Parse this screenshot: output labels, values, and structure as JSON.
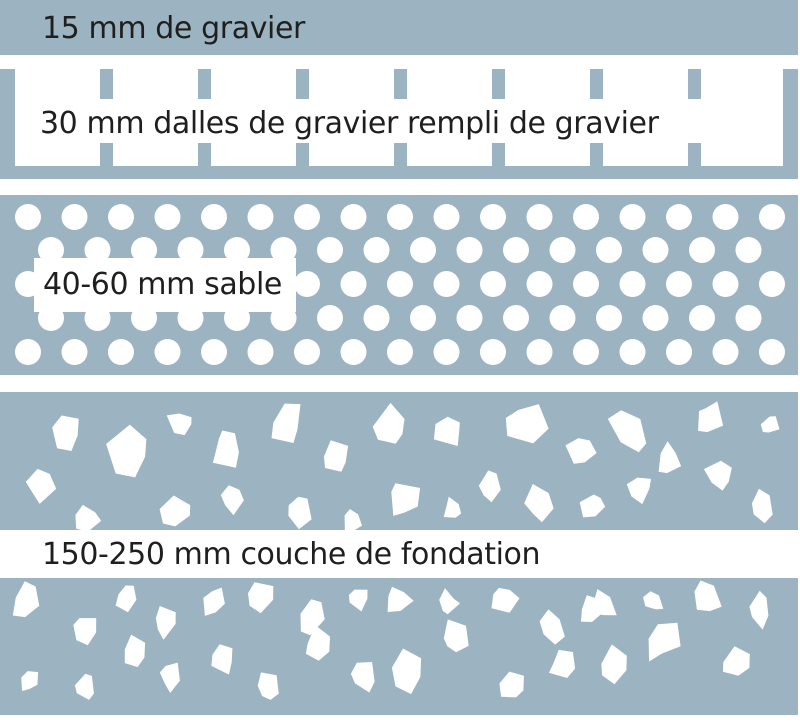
{
  "colors": {
    "layer": "#9cb4c1",
    "background": "#ffffff",
    "text": "#1f1f1f"
  },
  "layers": {
    "gravel": {
      "label": "15 mm de gravier"
    },
    "slabs": {
      "label": "30 mm dalles de gravier rempli de gravier"
    },
    "sand": {
      "label": "40-60 mm sable"
    },
    "base": {
      "label": "150-250 mm couche de fondation"
    }
  }
}
